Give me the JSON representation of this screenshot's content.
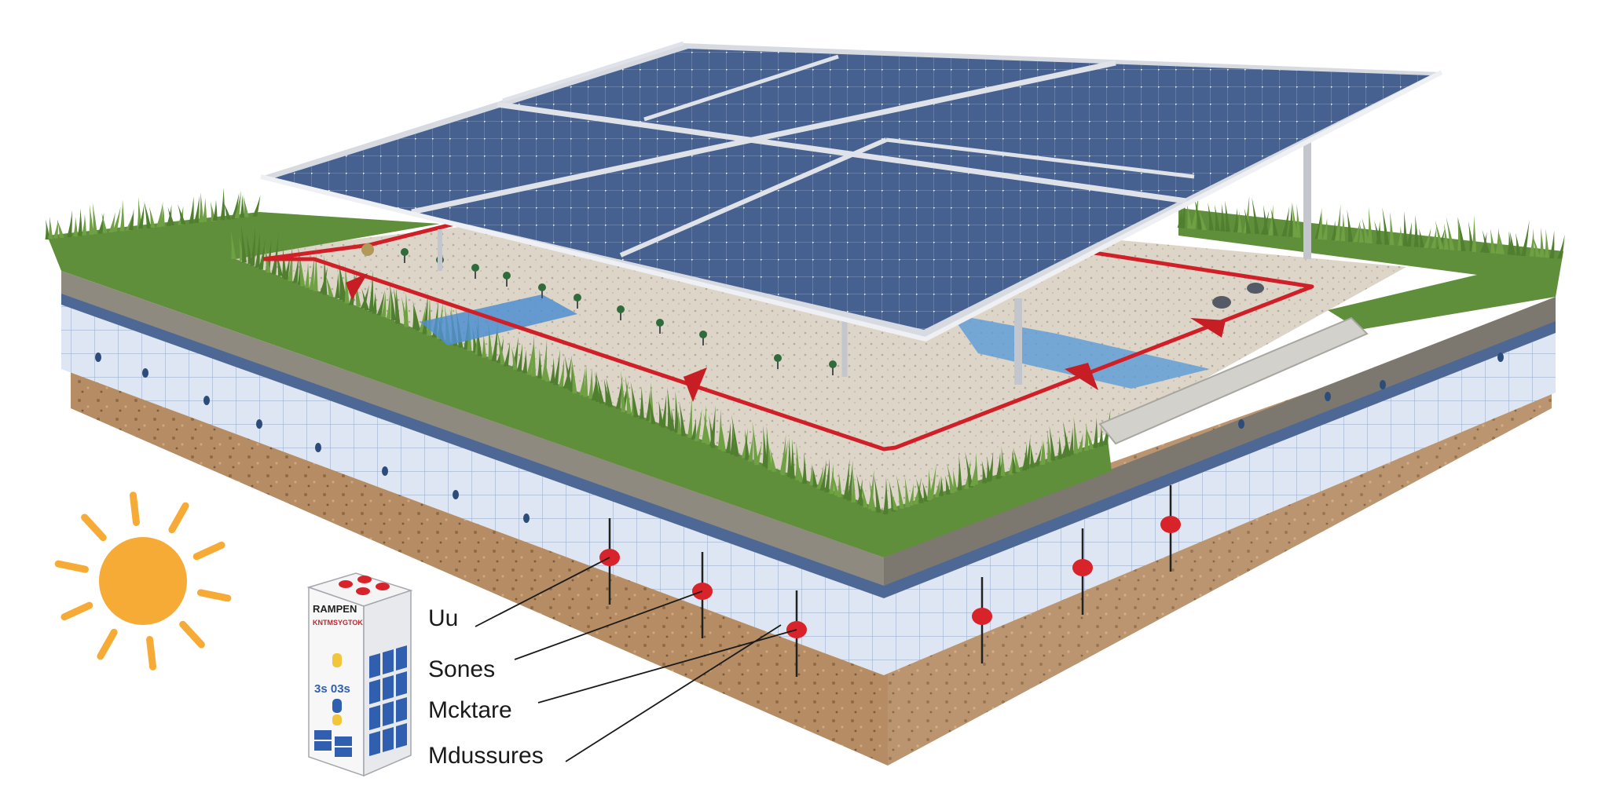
{
  "labels": [
    {
      "id": "u",
      "text": "Uu"
    },
    {
      "id": "sones",
      "text": "Sones"
    },
    {
      "id": "mcktare",
      "text": "Mcktare"
    },
    {
      "id": "mdussures",
      "text": "Mdussures"
    }
  ],
  "battery_unit": {
    "brand": "RAMPEN",
    "subtitle": "KNTMSYGTOK",
    "code": "3s 03s"
  },
  "colors": {
    "sun": "#f5ab35",
    "grass": "#5f8f3a",
    "soil": "#b58c63",
    "panel": "#3f5a88",
    "loop": "#d11f27",
    "tile_layer": "#dbe5f2"
  },
  "icons": [
    "sun-icon",
    "battery-unit-icon",
    "solar-panel-array",
    "arrow-marker"
  ]
}
